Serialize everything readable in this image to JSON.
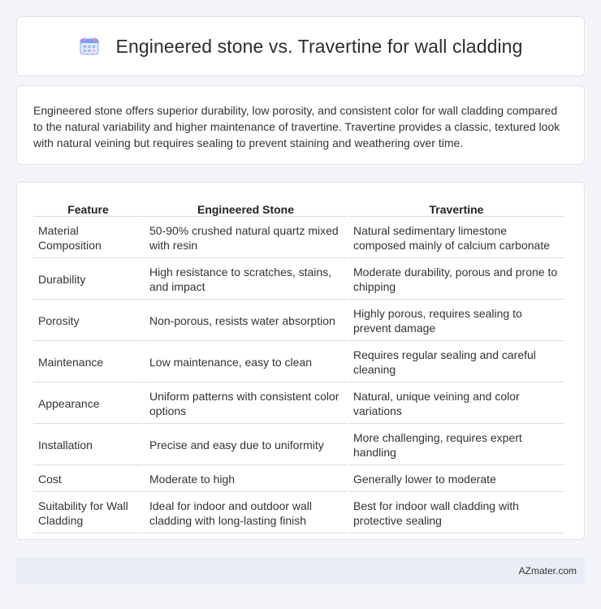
{
  "header": {
    "title": "Engineered stone vs. Travertine for wall cladding",
    "icon": "calendar-icon"
  },
  "summary": {
    "text": "Engineered stone offers superior durability, low porosity, and consistent color for wall cladding compared to the natural variability and higher maintenance of travertine. Travertine provides a classic, textured look with natural veining but requires sealing to prevent staining and weathering over time."
  },
  "table": {
    "headers": [
      "Feature",
      "Engineered Stone",
      "Travertine"
    ],
    "rows": [
      [
        "Material Composition",
        "50-90% crushed natural quartz mixed with resin",
        "Natural sedimentary limestone composed mainly of calcium carbonate"
      ],
      [
        "Durability",
        "High resistance to scratches, stains, and impact",
        "Moderate durability, porous and prone to chipping"
      ],
      [
        "Porosity",
        "Non-porous, resists water absorption",
        "Highly porous, requires sealing to prevent damage"
      ],
      [
        "Maintenance",
        "Low maintenance, easy to clean",
        "Requires regular sealing and careful cleaning"
      ],
      [
        "Appearance",
        "Uniform patterns with consistent color options",
        "Natural, unique veining and color variations"
      ],
      [
        "Installation",
        "Precise and easy due to uniformity",
        "More challenging, requires expert handling"
      ],
      [
        "Cost",
        "Moderate to high",
        "Generally lower to moderate"
      ],
      [
        "Suitability for Wall Cladding",
        "Ideal for indoor and outdoor wall cladding with long-lasting finish",
        "Best for indoor wall cladding with protective sealing"
      ]
    ]
  },
  "footer": {
    "brand": "AZmater.com"
  },
  "colors": {
    "background": "#f3f5f9",
    "card": "#ffffff",
    "footer": "#e8edf6",
    "icon_blue": "#5b8def",
    "icon_pink": "#f08ac0"
  }
}
